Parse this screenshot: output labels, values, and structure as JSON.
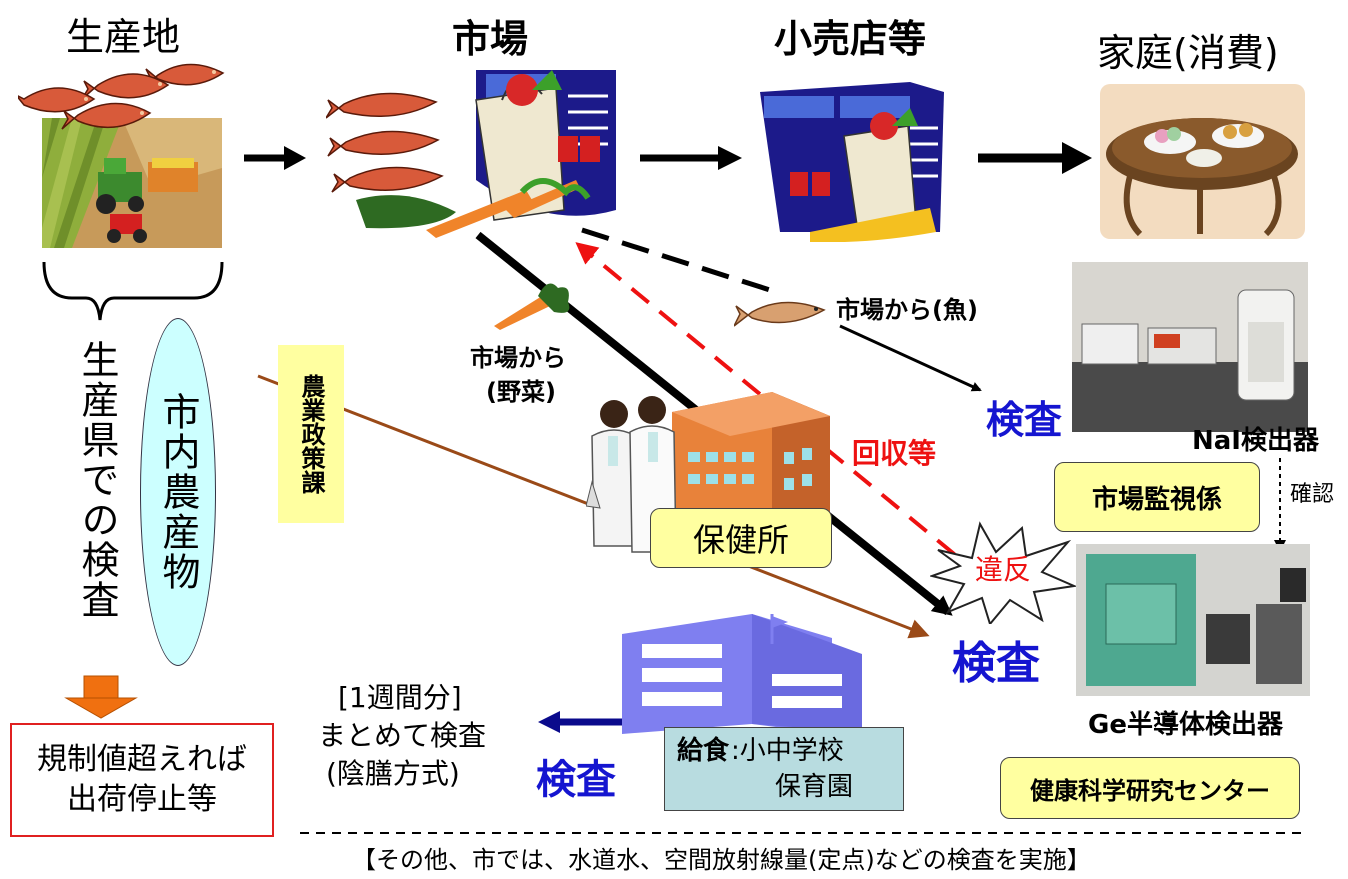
{
  "stages": {
    "production": "生産地",
    "market": "市場",
    "retail": "小売店等",
    "home": "家庭(消費)"
  },
  "production_check": {
    "prefecture_inspection": "生産県での検査",
    "city_produce": "市内農産物",
    "regulation_note_line1": "規制値超えれば",
    "regulation_note_line2": "出荷停止等"
  },
  "agri_policy": "農業政策課",
  "market_samples": {
    "vegetables_line1": "市場から",
    "vegetables_line2": "(野菜)",
    "fish": "市場から(魚)"
  },
  "health_center": {
    "label": "保健所",
    "recall": "回収等",
    "violation": "違反"
  },
  "inspection": {
    "upper": "検査",
    "lower": "検査",
    "lunch": "検査"
  },
  "detectors": {
    "nai": "NaI検出器",
    "confirm": "確認",
    "ge": "Ge半導体検出器",
    "market_monitor": "市場監視係",
    "research_center": "健康科学研究センター"
  },
  "lunch": {
    "title": "給食",
    "schools": ":小中学校",
    "nursery": "保育園",
    "week_label": "[1週間分]",
    "batch_line1": "まとめて検査",
    "batch_line2": "(陰膳方式)"
  },
  "footer": "【その他、市では、水道水、空間放射線量(定点)などの検査を実施】",
  "colors": {
    "yellow_box": "#ffffa0",
    "cyan_ellipse": "#ccffff",
    "inspect_blue": "#1515d0",
    "recall_red": "#ee1111",
    "brown_arrow": "#9a4a18",
    "orange_arrow": "#f07010"
  },
  "icons": [
    "fish-icon",
    "farm-field-icon",
    "market-grocery-icon",
    "retail-store-icon",
    "dining-table-icon",
    "carrot-icon",
    "health-building-icon",
    "doctors-icon",
    "nai-detector-photo",
    "ge-detector-photo",
    "school-building-icon",
    "explosion-burst-icon"
  ]
}
